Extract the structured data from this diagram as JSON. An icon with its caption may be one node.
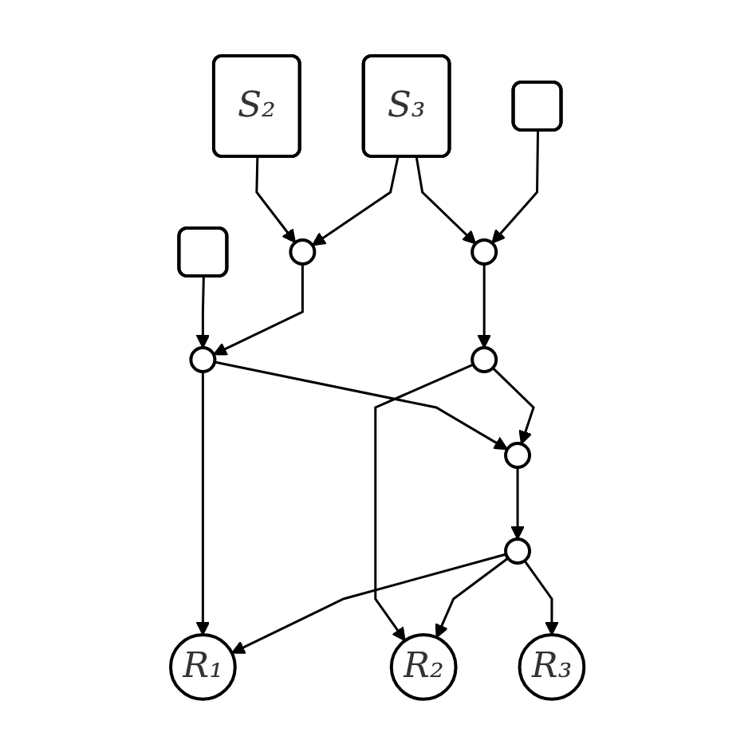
{
  "diagram": {
    "nodes": [
      {
        "text": [],
        "shape": "box"
      },
      {
        "text": [
          "S₂"
        ]
      },
      {
        "text": [
          "S₃"
        ]
      },
      {
        "text": [],
        "shape": "box"
      },
      {
        "text": [],
        "shape": "circle"
      },
      {
        "text": [],
        "shape": "circle"
      },
      {
        "text": [],
        "shape": "circle"
      },
      {
        "text": [],
        "shape": "circle"
      },
      {
        "text": [],
        "shape": "circle"
      },
      {
        "text": [],
        "shape": "circle"
      },
      {
        "text": [
          "R₁"
        ]
      },
      {
        "text": [
          "R₂"
        ]
      },
      {
        "text": [
          "R₃"
        ]
      }
    ],
    "edges": [
      {
        "from": 0,
        "to": 6,
        "arrow": "to"
      },
      {
        "from": 1,
        "to": 4,
        "arrow": "to"
      },
      {
        "from": 2,
        "to": 4,
        "arrow": "to"
      },
      {
        "from": 2,
        "to": 5,
        "arrow": "to"
      },
      {
        "from": 3,
        "to": 5,
        "arrow": "to"
      },
      {
        "from": 4,
        "to": 6,
        "arrow": "to"
      },
      {
        "from": 5,
        "to": 7,
        "arrow": "to"
      },
      {
        "from": 6,
        "to": 8,
        "arrow": "to"
      },
      {
        "from": 7,
        "to": 8,
        "arrow": "to"
      },
      {
        "from": 6,
        "to": 10,
        "arrow": "to"
      },
      {
        "from": 7,
        "to": 11,
        "arrow": "to"
      },
      {
        "from": 8,
        "to": 9,
        "arrow": "to"
      },
      {
        "from": 9,
        "to": 10,
        "arrow": "to"
      },
      {
        "from": 9,
        "to": 11,
        "arrow": "to"
      },
      {
        "from": 9,
        "to": 12,
        "arrow": "to"
      }
    ]
  }
}
